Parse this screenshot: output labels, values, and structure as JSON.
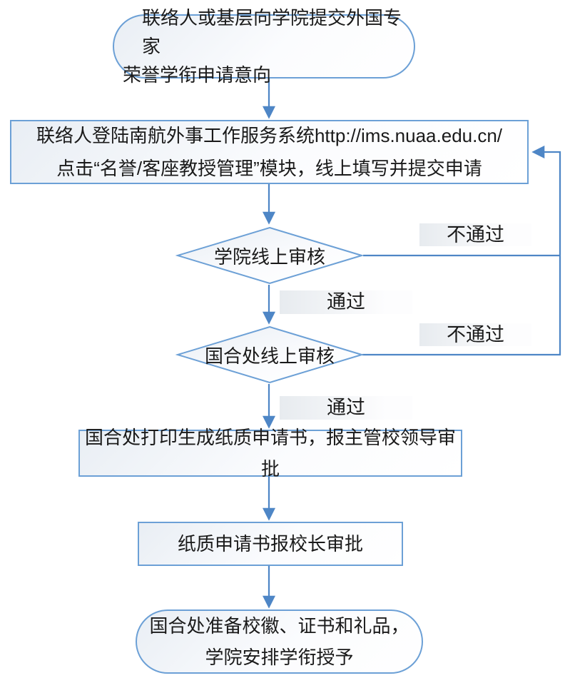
{
  "colors": {
    "connector": "#4e86c6",
    "shape_border": "#6ca0d6",
    "shape_fill_start": "#e9eef4",
    "label_fill_start": "#e7ebef",
    "text": "#1a1a1a"
  },
  "flowchart": {
    "nodes": {
      "start": {
        "line1": "联络人或基层向学院提交外国专家",
        "line2": "荣誉学衔申请意向"
      },
      "login": {
        "line1": "联络人登陆南航外事工作服务系统http://ims.nuaa.edu.cn/",
        "line2": "点击“名誉/客座教授管理”模块，线上填写并提交申请"
      },
      "college_review": {
        "label": "学院线上审核"
      },
      "intl_review": {
        "label": "国合处线上审核"
      },
      "print_approval": {
        "label": "国合处打印生成纸质申请书，报主管校领导审批"
      },
      "president_approval": {
        "label": "纸质申请书报校长审批"
      },
      "end": {
        "line1": "国合处准备校徽、证书和礼品，",
        "line2": "学院安排学衔授予"
      }
    },
    "edge_labels": {
      "college_pass": "通过",
      "college_fail": "不通过",
      "intl_pass": "通过",
      "intl_fail": "不通过"
    }
  }
}
